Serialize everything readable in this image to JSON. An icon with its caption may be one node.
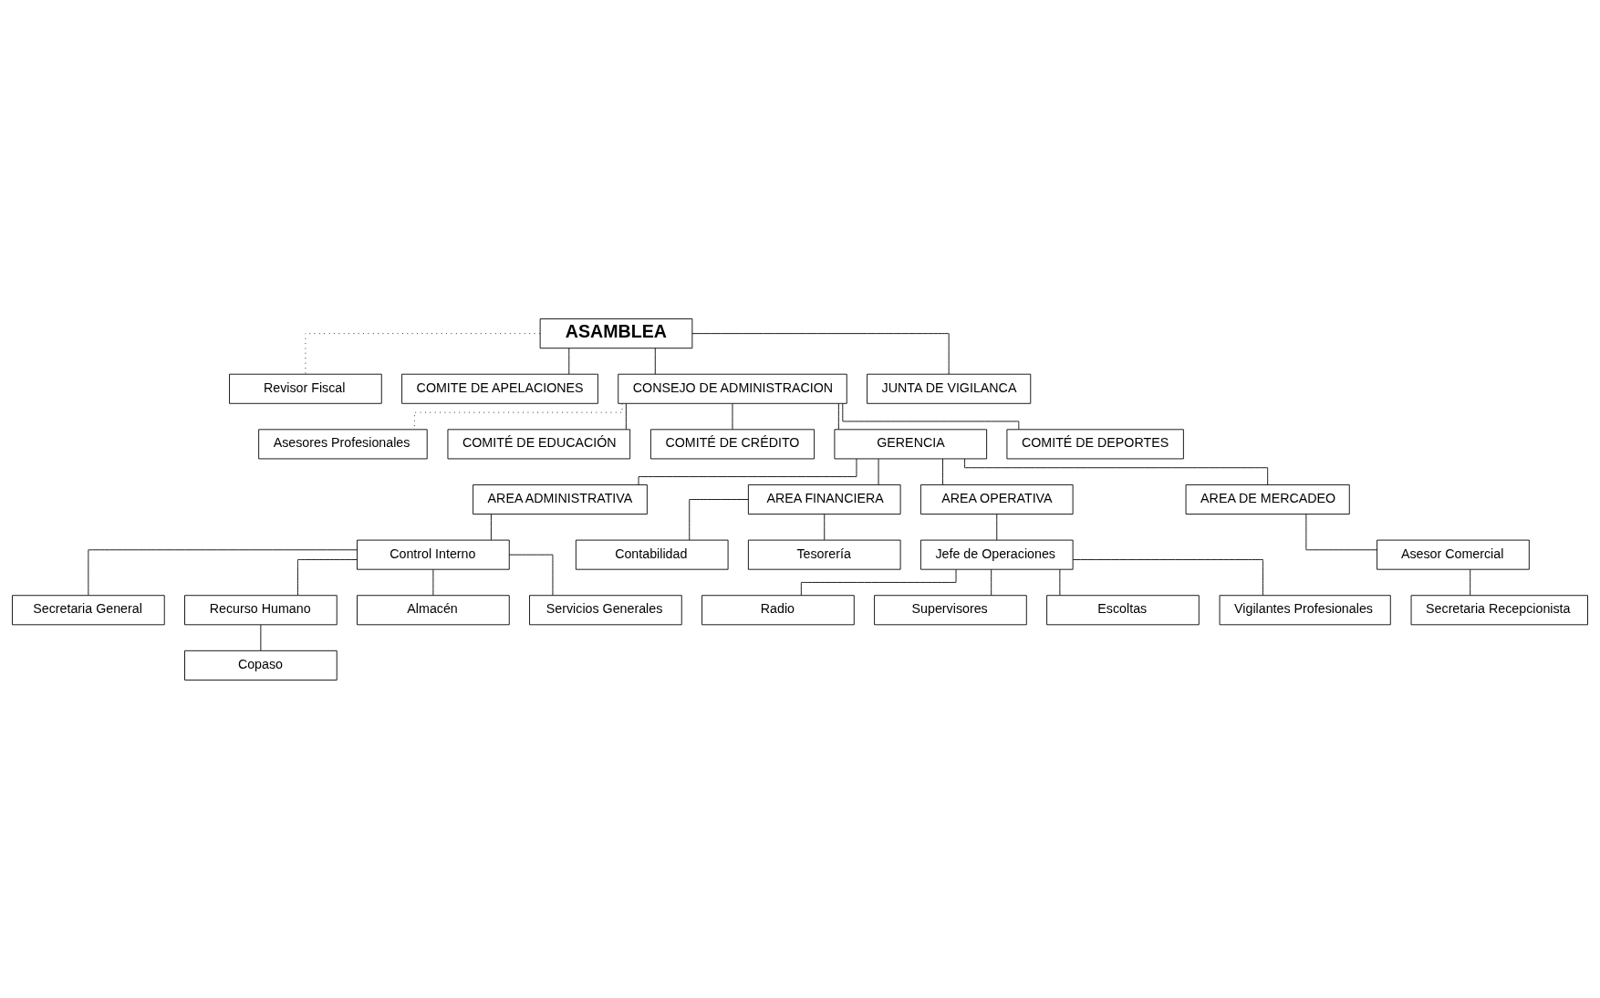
{
  "diagram": {
    "nodes": [
      {
        "text": [
          "ASAMBLEA"
        ]
      },
      {
        "text": [
          "Revisor Fiscal"
        ]
      },
      {
        "text": [
          "COMITE DE APELACIONES"
        ]
      },
      {
        "text": [
          "CONSEJO DE ADMINISTRACION"
        ]
      },
      {
        "text": [
          "JUNTA DE VIGILANCA"
        ]
      },
      {
        "text": [
          "Asesores Profesionales"
        ]
      },
      {
        "text": [
          "COMITÉ DE EDUCACIÓN"
        ]
      },
      {
        "text": [
          "COMITÉ DE CRÉDITO"
        ]
      },
      {
        "text": [
          "GERENCIA"
        ]
      },
      {
        "text": [
          "COMITÉ DE DEPORTES"
        ]
      },
      {
        "text": [
          "AREA ADMINISTRATIVA"
        ]
      },
      {
        "text": [
          "AREA FINANCIERA"
        ]
      },
      {
        "text": [
          "AREA OPERATIVA"
        ]
      },
      {
        "text": [
          "AREA DE MERCADEO"
        ]
      },
      {
        "text": [
          "Control Interno"
        ]
      },
      {
        "text": [
          "Secretaria General"
        ]
      },
      {
        "text": [
          "Recurso Humano"
        ]
      },
      {
        "text": [
          "Almacén"
        ]
      },
      {
        "text": [
          "Servicios Generales"
        ]
      },
      {
        "text": [
          "Copaso"
        ]
      },
      {
        "text": [
          "Contabilidad"
        ]
      },
      {
        "text": [
          "Tesorería"
        ]
      },
      {
        "text": [
          "Jefe de Operaciones"
        ]
      },
      {
        "text": [
          "Radio"
        ]
      },
      {
        "text": [
          "Supervisores"
        ]
      },
      {
        "text": [
          "Escoltas"
        ]
      },
      {
        "text": [
          "Vigilantes Profesionales"
        ]
      },
      {
        "text": [
          "Asesor Comercial"
        ]
      },
      {
        "text": [
          "Secretaria Recepcionista"
        ]
      }
    ],
    "edges": [
      {
        "from": 0,
        "to": 1,
        "arrow": "none",
        "style": "dashed"
      },
      {
        "from": 0,
        "to": 2,
        "arrow": "none"
      },
      {
        "from": 0,
        "to": 3,
        "arrow": "none"
      },
      {
        "from": 0,
        "to": 4,
        "arrow": "none"
      },
      {
        "from": 3,
        "to": 5,
        "arrow": "none",
        "style": "dashed"
      },
      {
        "from": 3,
        "to": 6,
        "arrow": "none"
      },
      {
        "from": 3,
        "to": 7,
        "arrow": "none"
      },
      {
        "from": 3,
        "to": 8,
        "arrow": "none"
      },
      {
        "from": 3,
        "to": 9,
        "arrow": "none"
      },
      {
        "from": 8,
        "to": 10,
        "arrow": "none"
      },
      {
        "from": 8,
        "to": 11,
        "arrow": "none"
      },
      {
        "from": 8,
        "to": 12,
        "arrow": "none"
      },
      {
        "from": 8,
        "to": 13,
        "arrow": "none"
      },
      {
        "from": 10,
        "to": 14,
        "arrow": "none"
      },
      {
        "from": 14,
        "to": 15,
        "arrow": "none"
      },
      {
        "from": 14,
        "to": 16,
        "arrow": "none"
      },
      {
        "from": 14,
        "to": 17,
        "arrow": "none"
      },
      {
        "from": 14,
        "to": 18,
        "arrow": "none"
      },
      {
        "from": 16,
        "to": 19,
        "arrow": "none"
      },
      {
        "from": 11,
        "to": 20,
        "arrow": "none"
      },
      {
        "from": 11,
        "to": 21,
        "arrow": "none"
      },
      {
        "from": 12,
        "to": 22,
        "arrow": "none"
      },
      {
        "from": 22,
        "to": 23,
        "arrow": "none"
      },
      {
        "from": 22,
        "to": 24,
        "arrow": "none"
      },
      {
        "from": 22,
        "to": 25,
        "arrow": "none"
      },
      {
        "from": 22,
        "to": 26,
        "arrow": "none"
      },
      {
        "from": 13,
        "to": 27,
        "arrow": "none"
      },
      {
        "from": 27,
        "to": 28,
        "arrow": "none"
      }
    ]
  }
}
